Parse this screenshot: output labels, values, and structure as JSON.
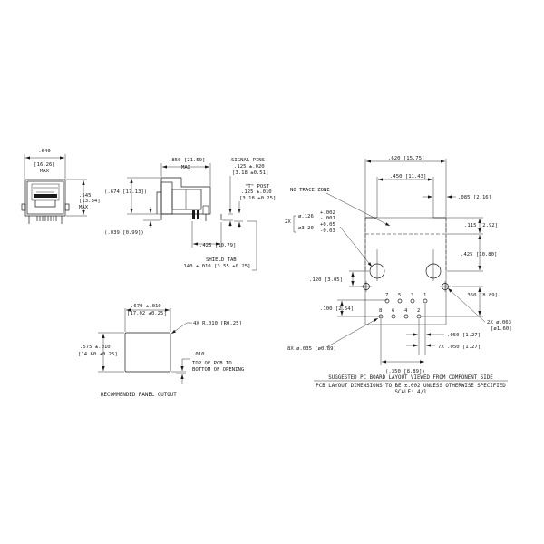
{
  "front_view": {
    "width_in": ".640",
    "width_mm": "[16.26]",
    "width_note": "MAX",
    "height_in": ".545",
    "height_mm": "[13.84]",
    "height_note": "MAX"
  },
  "side_view": {
    "depth_in": ".850 [21.59]",
    "depth_note": "MAX",
    "height": "(.674 [17.13])",
    "standoff": "(.039 [0.99])",
    "signal_pins_label": "SIGNAL PINS",
    "signal_pins_in": ".125 ±.020",
    "signal_pins_mm": "[3.18 ±0.51]",
    "post_label": "\"T\" POST",
    "post_in": ".125 ±.010",
    "post_mm": "[3.18 ±0.25]",
    "pin_offset": ".425 [10.79]",
    "shield_tab_label": "SHIELD TAB",
    "shield_tab_value": ".140 ±.010 [3.55 ±0.25]"
  },
  "panel_cutout": {
    "width_in": ".670 ±.010",
    "width_mm": "[17.02 ±0.25]",
    "height_in": ".575 ±.010",
    "height_mm": "[14.60 ±0.25]",
    "radius": "4X R.010 [R0.25]",
    "offset": ".010",
    "note_line1": "TOP OF PCB TO",
    "note_line2": "BOTTOM OF OPENING",
    "caption": "RECOMMENDED PANEL CUTOUT"
  },
  "pcb_layout": {
    "overall_width": ".620 [15.75]",
    "post_spacing": ".450 [11.43]",
    "edge_offset": ".085 [2.16]",
    "no_trace_zone": "NO TRACE ZONE",
    "post_hole_count": "2X",
    "post_hole_in": "ø.126",
    "post_hole_tol_plus": "+.002",
    "post_hole_tol_minus": "-.001",
    "post_hole_mm": "ø3.20",
    "post_hole_mm_tol_plus": "+0.05",
    "post_hole_mm_tol_minus": "-0.03",
    "dim_115": ".115 [2.92]",
    "dim_425": ".425 [10.80]",
    "dim_120": ".120 [3.05]",
    "dim_350_right": ".350 [8.89]",
    "dim_100": ".100 [2.54]",
    "mount_hole_line1": "2X ø.063",
    "mount_hole_line2": "[ø1.60]",
    "signal_holes": "8X ø.035 [ø0.89]",
    "dim_050": ".050 [1.27]",
    "pitch": "7X .050 [1.27]",
    "dim_350_bottom": "(.350 [8.89])",
    "pin_numbers_top": [
      "7",
      "5",
      "3",
      "1"
    ],
    "pin_numbers_bottom": [
      "8",
      "6",
      "4",
      "2"
    ],
    "caption_line1": "SUGGESTED PC BOARD LAYOUT VIEWED FROM COMPONENT SIDE",
    "caption_line2": "PCB LAYOUT DIMENSIONS TO BE ±.002 UNLESS OTHERWISE SPECIFIED",
    "caption_line3": "SCALE: 4/1"
  }
}
